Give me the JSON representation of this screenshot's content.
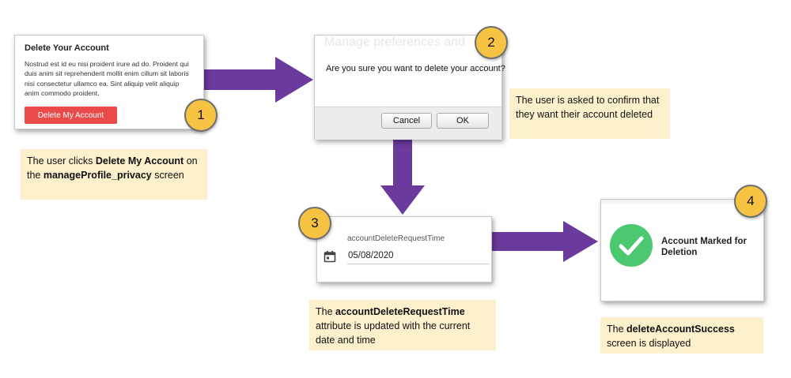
{
  "step1": {
    "title": "Delete Your Account",
    "body": "Nostrud est id eu nisi proident irure ad do. Proident qui duis anim sit reprehenderit mollit enim cillum sit laboris nisi consectetur ullamco ea. Sint aliquip velit aliquip anim commodo proident.",
    "button_label": "Delete My Account",
    "badge": "1",
    "button_color": "#e94b4b"
  },
  "step2": {
    "background_text": "Manage preferences and",
    "question": "Are you sure you want to delete your account?",
    "cancel_label": "Cancel",
    "ok_label": "OK",
    "badge": "2"
  },
  "step3": {
    "field_label": "accountDeleteRequestTime",
    "field_value": "05/08/2020",
    "icon": "calendar-icon",
    "badge": "3"
  },
  "step4": {
    "message": "Account Marked for Deletion",
    "icon": "checkmark-icon",
    "check_color": "#4cc970",
    "badge": "4"
  },
  "notes": {
    "n1": {
      "pre": "The user clicks ",
      "b1": "Delete My Account",
      "mid": " on the ",
      "b2": "manageProfile_privacy",
      "post": " screen"
    },
    "n2": {
      "text": "The user is asked to confirm that they want their account deleted"
    },
    "n3": {
      "b1": "accountDeleteRequestTime",
      "post": " attribute is updated with the current date and time",
      "pre": "The "
    },
    "n4": {
      "pre": "The ",
      "b1": "deleteAccountSuccess",
      "post": " screen is displayed"
    }
  },
  "colors": {
    "arrow": "#6a3a9c",
    "badge": "#f6c343",
    "note_bg": "#fdf0cc"
  }
}
